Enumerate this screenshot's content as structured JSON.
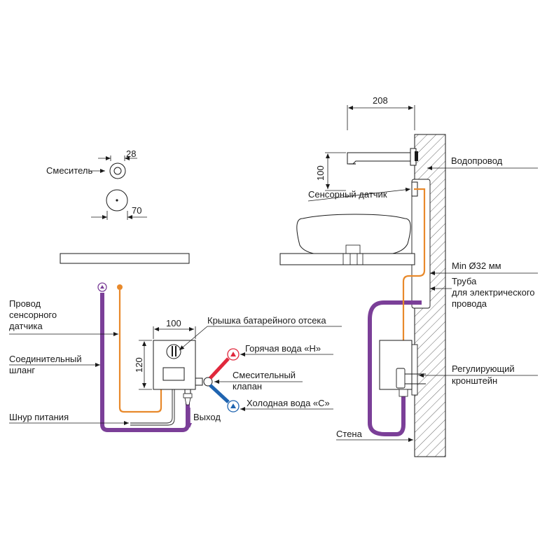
{
  "labels": {
    "mixer": "Смеситель",
    "sensor_wire_1": "Провод",
    "sensor_wire_2": "сенсорного",
    "sensor_wire_3": "датчика",
    "hose_1": "Соединительный",
    "hose_2": "шланг",
    "power_cord": "Шнур питания",
    "battery_cover": "Крышка батарейного отсека",
    "hot_water": "Горячая вода «Н»",
    "mixing_valve_1": "Смесительный",
    "mixing_valve_2": "клапан",
    "cold_water": "Холодная вода «С»",
    "outlet": "Выход",
    "water_supply": "Водопровод",
    "sensor": "Сенсорный датчик",
    "min_pipe": "Min Ø32 мм",
    "conduit_1": "Труба",
    "conduit_2": "для электрического",
    "conduit_3": "провода",
    "bracket_1": "Регулирующий",
    "bracket_2": "кронштейн",
    "wall": "Стена"
  },
  "dimensions": {
    "mixer_width": "28",
    "rosette_width": "70",
    "box_width": "100",
    "box_height": "120",
    "spout_reach": "208",
    "spout_height": "100"
  },
  "colors": {
    "hose": "#7b3f98",
    "wire": "#e8892b",
    "hot": "#e0283c",
    "cold": "#1f64b0",
    "hatch": "#555555"
  }
}
